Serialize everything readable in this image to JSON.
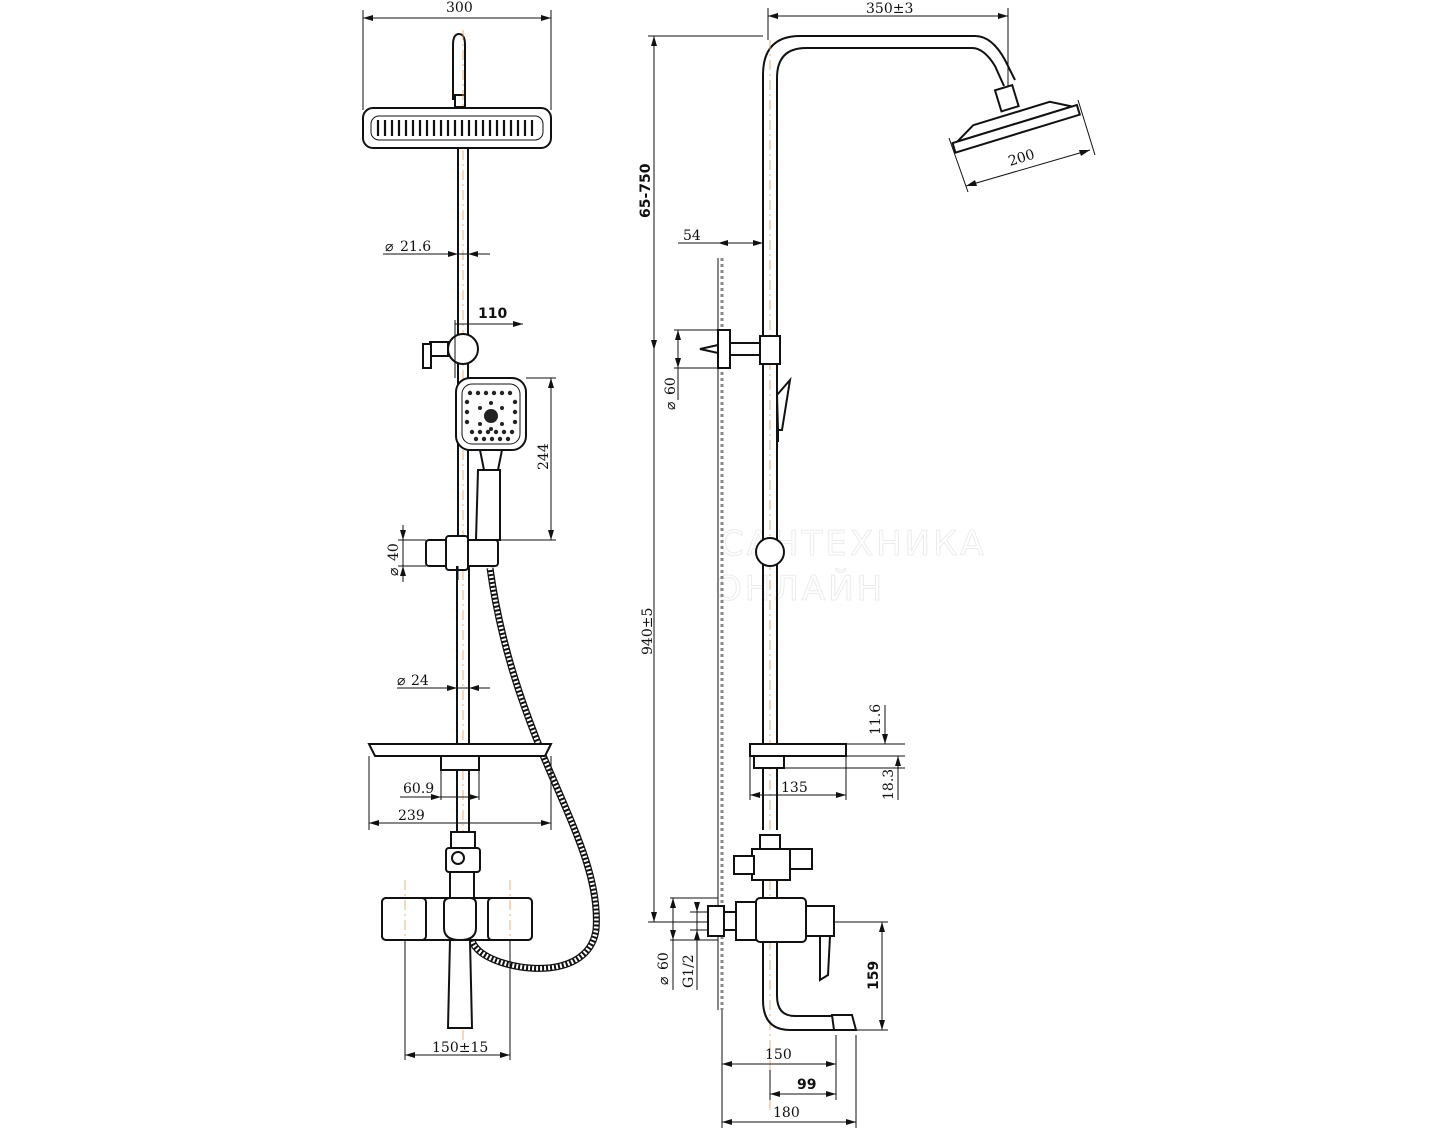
{
  "front_view": {
    "dims": {
      "head_width": "300",
      "bar_diameter": "21.6",
      "holder_offset": "110",
      "handshower_length": "244",
      "slider_diameter": "40",
      "pipe_diameter": "24",
      "shelf_inner": "60.9",
      "shelf_width": "239",
      "mixer_spacing": "150±15"
    }
  },
  "side_view": {
    "dims": {
      "arm_reach": "350±3",
      "head_diameter": "200",
      "adjust_range": "65-750",
      "wall_offset": "54",
      "upper_bracket": "60",
      "total_height": "940±5",
      "shelf_thickness": "11.6",
      "shelf_height": "18.3",
      "shelf_depth": "135",
      "lower_bracket": "60",
      "thread": "G1/2",
      "spout_height": "159",
      "spout_150": "150",
      "spout_99": "99",
      "spout_180": "180"
    }
  },
  "watermark": {
    "line1": "САНТЕХНИКА",
    "line2": "ОНЛАЙН"
  }
}
